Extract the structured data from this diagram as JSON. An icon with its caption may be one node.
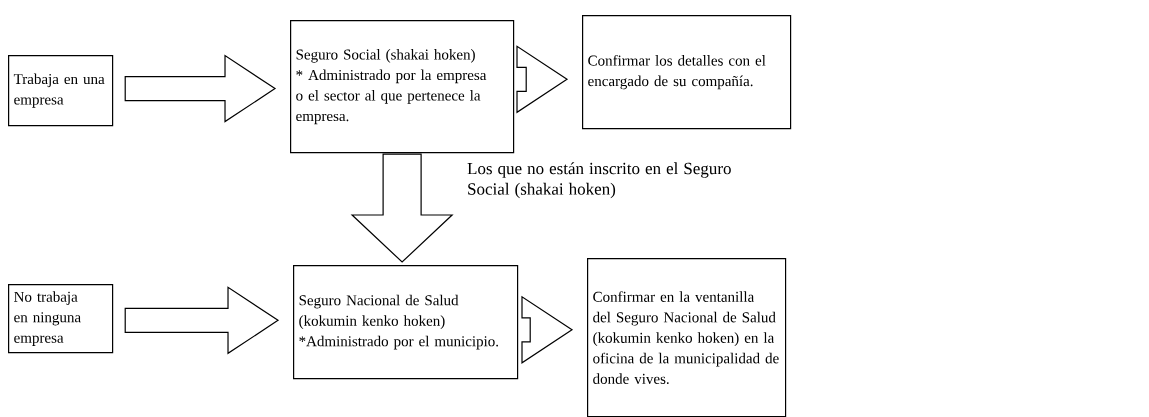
{
  "diagram": {
    "nodes": [
      {
        "text": [
          "Trabaja en una empresa"
        ]
      },
      {
        "text": [
          "Seguro Social (shakai hoken)",
          "* Administrado por la empresa o el sector al que pertenece la empresa."
        ]
      },
      {
        "text": [
          "Confirmar los detalles con el encargado de su compañía."
        ]
      },
      {
        "text": [
          "No trabaja en ninguna empresa"
        ]
      },
      {
        "text": [
          "Seguro Nacional de Salud (kokumin kenko hoken)",
          "*Administrado por el municipio."
        ]
      },
      {
        "text": [
          "Confirmar en la ventanilla del Seguro Nacional de Salud (kokumin kenko hoken) en la oficina de la municipalidad de donde vives."
        ]
      }
    ],
    "edges": [
      {
        "from": 0,
        "to": 1,
        "arrow": "to"
      },
      {
        "from": 1,
        "to": 2,
        "arrow": "to"
      },
      {
        "from": 1,
        "to": 4,
        "arrow": "to",
        "label": "Los que no están inscrito en el Seguro Social (shakai hoken)"
      },
      {
        "from": 3,
        "to": 4,
        "arrow": "to"
      },
      {
        "from": 4,
        "to": 5,
        "arrow": "to"
      }
    ]
  }
}
